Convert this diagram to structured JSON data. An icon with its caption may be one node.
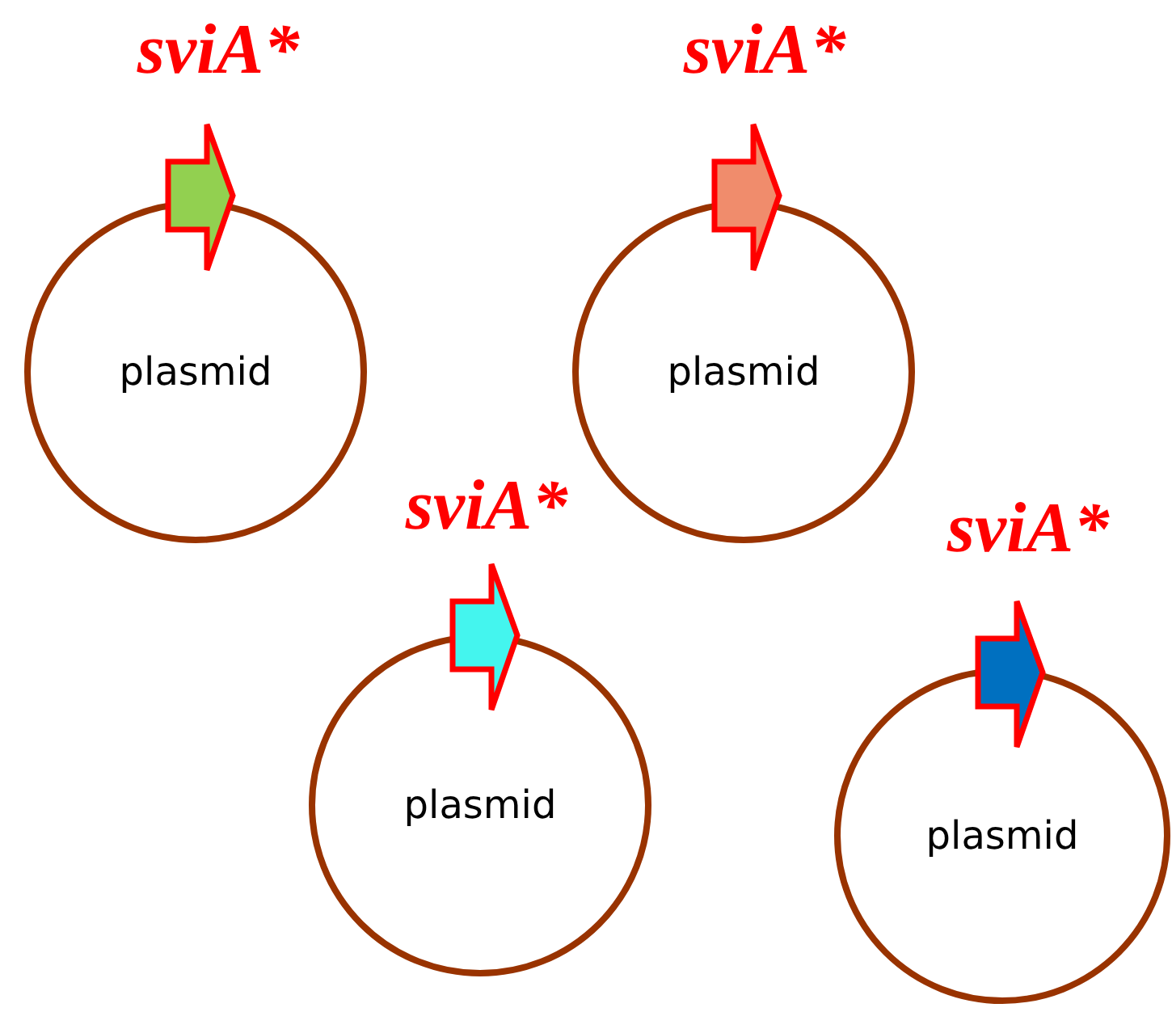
{
  "diagram": {
    "nodes": [
      {
        "text": [
          "sviA*"
        ]
      },
      {
        "text": [
          "plasmid"
        ]
      },
      {
        "text": [
          "sviA*"
        ]
      },
      {
        "text": [
          "plasmid"
        ]
      },
      {
        "text": [
          "sviA*"
        ]
      },
      {
        "text": [
          "plasmid"
        ]
      },
      {
        "text": [
          "sviA*"
        ]
      },
      {
        "text": [
          "plasmid"
        ]
      }
    ]
  }
}
